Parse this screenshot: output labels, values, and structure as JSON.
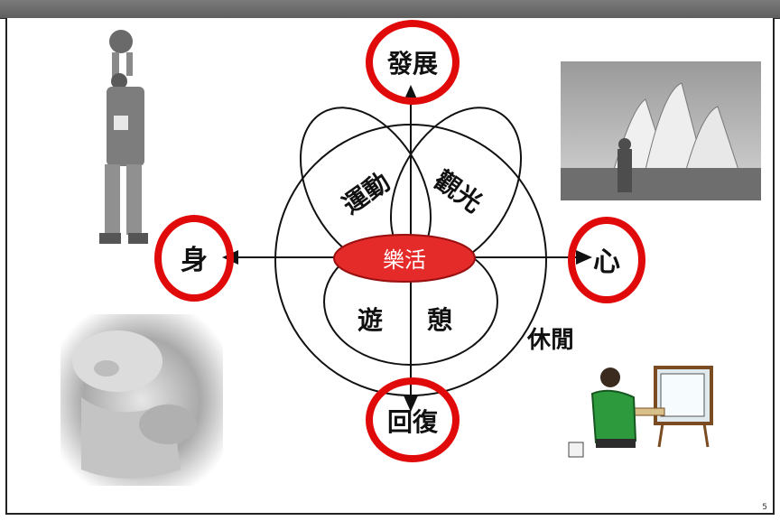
{
  "diagram": {
    "top_label": "發展",
    "bottom_label": "回復",
    "left_label": "身",
    "right_label": "心",
    "petal_left_label": "運動",
    "petal_right_label": "觀光",
    "lower_left_label": "遊",
    "lower_right_label": "憩",
    "outer_circle_label": "休閒",
    "center_label": "樂活"
  },
  "colors": {
    "highlight_red": "#e10a0a",
    "center_fill": "#e52a2a",
    "header_gray": "#6b6b6b"
  },
  "slide": {
    "page_number": "5"
  }
}
